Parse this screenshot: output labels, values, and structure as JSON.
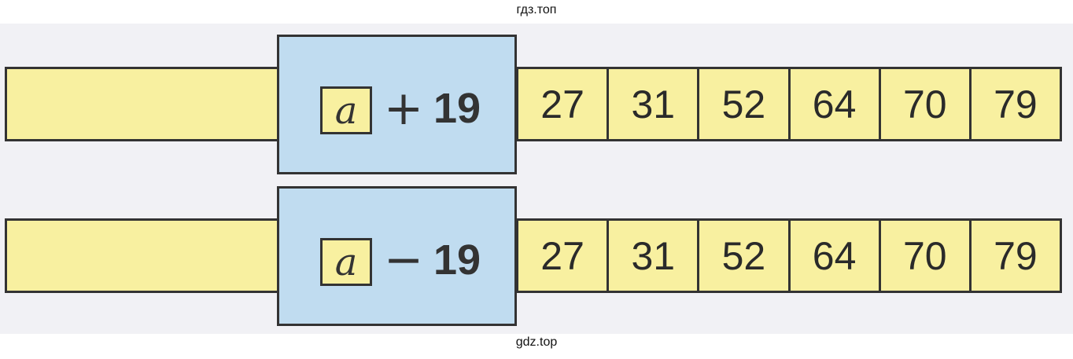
{
  "watermark_top": "гдз.топ",
  "watermark_bottom": "gdz.top",
  "rows": [
    {
      "variable": "a",
      "operator": "+",
      "operand": "19",
      "answer": "",
      "values": [
        "27",
        "31",
        "52",
        "64",
        "70",
        "79"
      ]
    },
    {
      "variable": "a",
      "operator": "−",
      "operand": "19",
      "answer": "",
      "values": [
        "27",
        "31",
        "52",
        "64",
        "70",
        "79"
      ]
    }
  ],
  "colors": {
    "strip": "#f8f0a0",
    "operation_box": "#c0dcf0",
    "border": "#333333"
  }
}
